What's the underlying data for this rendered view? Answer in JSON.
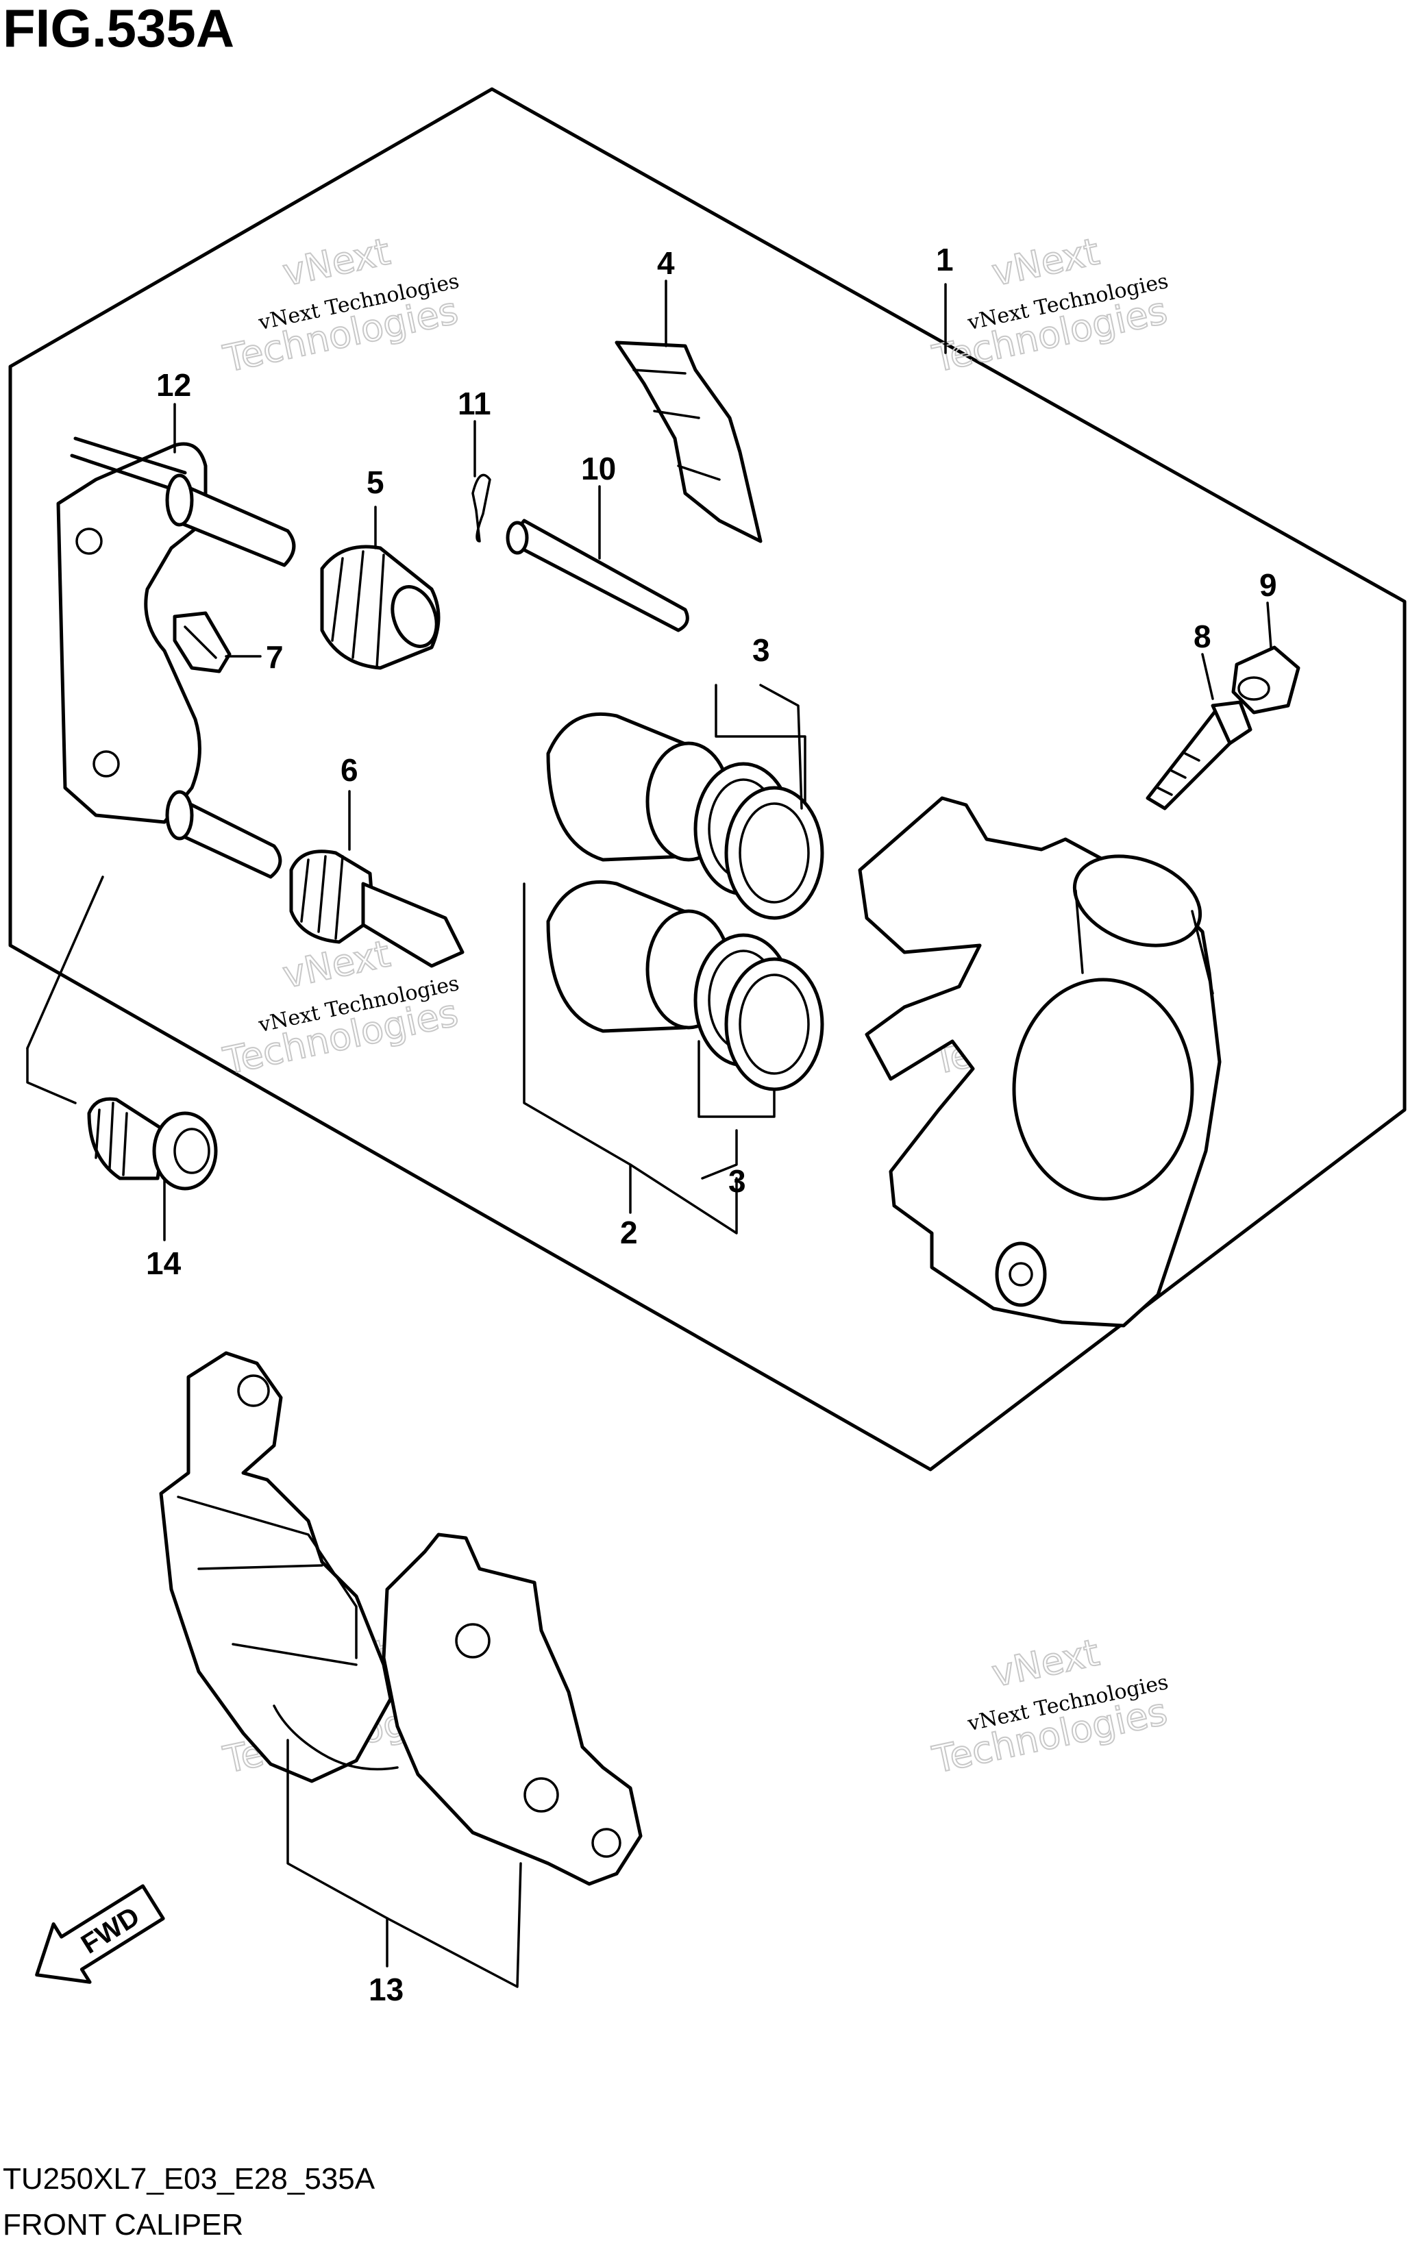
{
  "figure": {
    "title": "FIG.535A",
    "code": "TU250XL7_E03_E28_535A",
    "name": "FRONT CALIPER"
  },
  "callouts": [
    "1",
    "2",
    "3",
    "3",
    "4",
    "5",
    "6",
    "7",
    "8",
    "9",
    "10",
    "11",
    "12",
    "13",
    "14"
  ],
  "watermark": {
    "line1": "vNext",
    "line2": "vNext Technologies",
    "line3": "Technologies"
  },
  "direction": {
    "label": "FWD"
  }
}
